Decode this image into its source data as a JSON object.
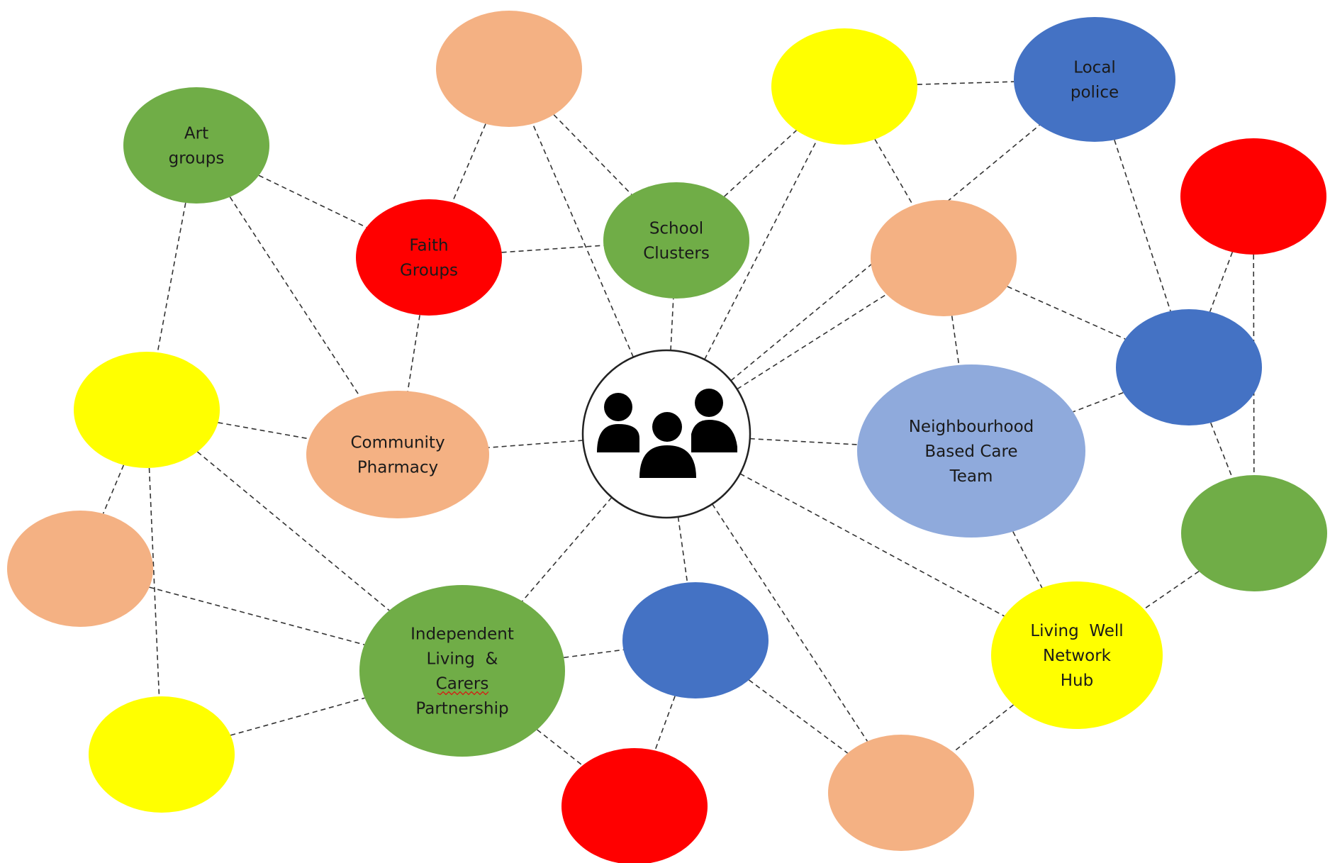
{
  "colors": {
    "green": "#70AD47",
    "red": "#FF0000",
    "peach": "#F4B183",
    "yellow": "#FFFF00",
    "blue": "#4472C4",
    "light_blue": "#8FAADC",
    "center_fill": "#FFFFFF",
    "edge": "#333333"
  },
  "center": {
    "icon": "people-group-icon"
  },
  "nodes": [
    {
      "id": "art",
      "color": "green",
      "lines": [
        "Art",
        "groups"
      ]
    },
    {
      "id": "peach_top",
      "color": "peach",
      "lines": []
    },
    {
      "id": "yellow_top",
      "color": "yellow",
      "lines": []
    },
    {
      "id": "police",
      "color": "blue",
      "lines": [
        "Local",
        "police"
      ]
    },
    {
      "id": "red_tr",
      "color": "red",
      "lines": []
    },
    {
      "id": "faith",
      "color": "red",
      "lines": [
        "Faith",
        "Groups"
      ]
    },
    {
      "id": "school",
      "color": "green",
      "lines": [
        "School",
        "Clusters"
      ]
    },
    {
      "id": "peach_mid",
      "color": "peach",
      "lines": []
    },
    {
      "id": "blue_r",
      "color": "blue",
      "lines": []
    },
    {
      "id": "yellow_l",
      "color": "yellow",
      "lines": []
    },
    {
      "id": "pharmacy",
      "color": "peach",
      "lines": [
        "Community",
        "Pharmacy"
      ]
    },
    {
      "id": "nbct",
      "color": "light_blue",
      "lines": [
        "Neighbourhood",
        "Based Care",
        "Team"
      ]
    },
    {
      "id": "green_r",
      "color": "green",
      "lines": []
    },
    {
      "id": "peach_l",
      "color": "peach",
      "lines": []
    },
    {
      "id": "ilcp",
      "color": "green",
      "lines": [
        "Independent",
        "Living  &",
        "Carers",
        "Partnership"
      ]
    },
    {
      "id": "blue_b",
      "color": "blue",
      "lines": []
    },
    {
      "id": "living",
      "color": "yellow",
      "lines": [
        "Living  Well",
        "Network",
        "Hub"
      ]
    },
    {
      "id": "yellow_bl",
      "color": "yellow",
      "lines": []
    },
    {
      "id": "red_b",
      "color": "red",
      "lines": []
    },
    {
      "id": "peach_b",
      "color": "peach",
      "lines": []
    }
  ],
  "edges": [
    [
      "center",
      "pharmacy"
    ],
    [
      "center",
      "nbct"
    ],
    [
      "center",
      "school"
    ],
    [
      "center",
      "peach_top"
    ],
    [
      "center",
      "yellow_top"
    ],
    [
      "center",
      "police"
    ],
    [
      "center",
      "peach_mid"
    ],
    [
      "center",
      "ilcp"
    ],
    [
      "center",
      "blue_b"
    ],
    [
      "center",
      "peach_b"
    ],
    [
      "center",
      "living"
    ],
    [
      "art",
      "faith"
    ],
    [
      "art",
      "pharmacy"
    ],
    [
      "art",
      "yellow_l"
    ],
    [
      "peach_top",
      "faith"
    ],
    [
      "peach_top",
      "school"
    ],
    [
      "faith",
      "school"
    ],
    [
      "faith",
      "pharmacy"
    ],
    [
      "school",
      "yellow_top"
    ],
    [
      "yellow_top",
      "police"
    ],
    [
      "yellow_top",
      "peach_mid"
    ],
    [
      "police",
      "blue_r"
    ],
    [
      "red_tr",
      "blue_r"
    ],
    [
      "red_tr",
      "green_r"
    ],
    [
      "peach_mid",
      "nbct"
    ],
    [
      "peach_mid",
      "blue_r"
    ],
    [
      "blue_r",
      "nbct"
    ],
    [
      "blue_r",
      "green_r"
    ],
    [
      "green_r",
      "living"
    ],
    [
      "nbct",
      "living"
    ],
    [
      "yellow_l",
      "pharmacy"
    ],
    [
      "yellow_l",
      "peach_l"
    ],
    [
      "yellow_l",
      "ilcp"
    ],
    [
      "yellow_l",
      "yellow_bl"
    ],
    [
      "peach_l",
      "ilcp"
    ],
    [
      "yellow_bl",
      "ilcp"
    ],
    [
      "ilcp",
      "blue_b"
    ],
    [
      "ilcp",
      "red_b"
    ],
    [
      "blue_b",
      "red_b"
    ],
    [
      "blue_b",
      "peach_b"
    ],
    [
      "living",
      "peach_b"
    ]
  ]
}
